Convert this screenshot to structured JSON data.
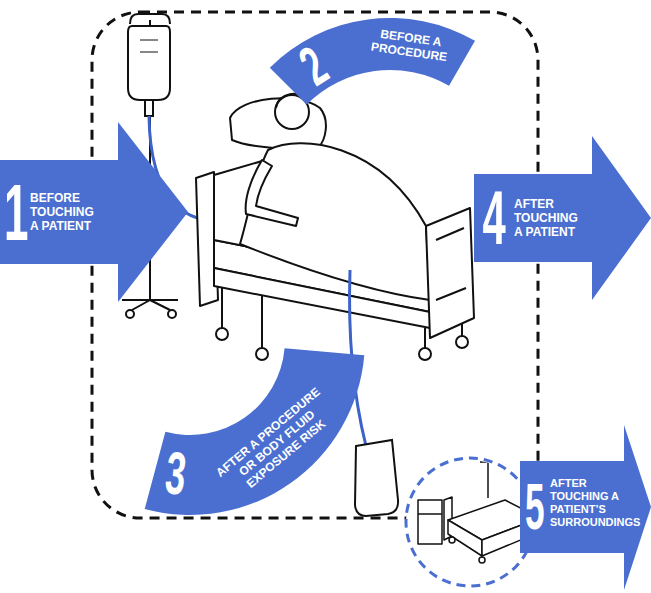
{
  "diagram": {
    "nodes": [
      {
        "text": [
          "1",
          "BEFORE TOUCHING A PATIENT"
        ]
      },
      {
        "text": [
          "2",
          "BEFORE A PROCEDURE"
        ]
      },
      {
        "text": [
          "3",
          "AFTER A PROCEDURE OR BODY FLUID EXPOSURE RISK"
        ]
      },
      {
        "text": [
          "4",
          "AFTER TOUCHING A PATIENT"
        ]
      },
      {
        "text": [
          "5",
          "AFTER TOUCHING A PATIENT’S SURROUNDINGS"
        ]
      }
    ]
  }
}
